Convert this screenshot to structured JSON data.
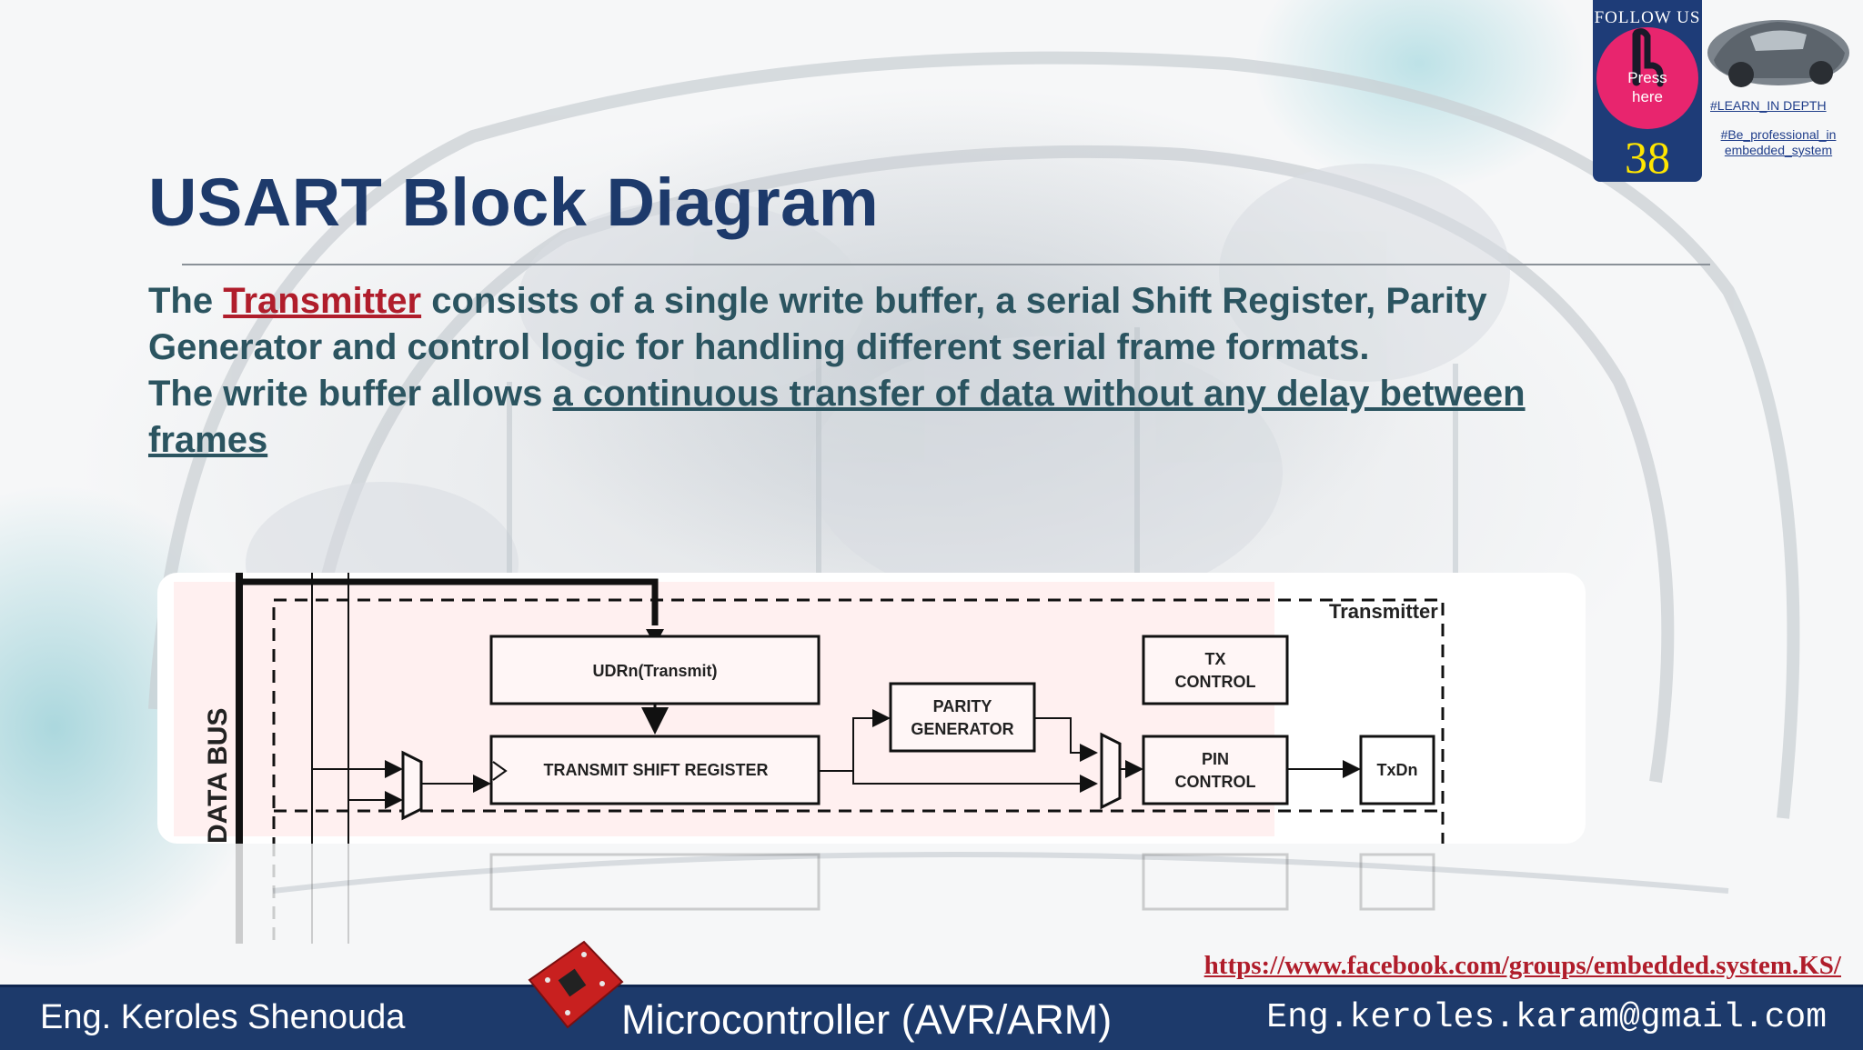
{
  "slide": {
    "title": "USART Block Diagram",
    "number": "38"
  },
  "body": {
    "p1_lead": "The ",
    "p1_keyword": "Transmitter",
    "p1_rest": " consists of a single write buffer, a serial Shift Register, Parity Generator and control logic for handling different serial frame formats.",
    "p2_lead": "The write buffer allows ",
    "p2_underlined": "a continuous transfer of data without any delay between frames"
  },
  "diagram": {
    "section_label": "Transmitter",
    "data_bus_label": "DATA BUS",
    "blocks": {
      "udr": "UDRn(Transmit)",
      "shift_register": "TRANSMIT SHIFT REGISTER",
      "parity_line1": "PARITY",
      "parity_line2": "GENERATOR",
      "tx_line1": "TX",
      "tx_line2": "CONTROL",
      "pin_line1": "PIN",
      "pin_line2": "CONTROL",
      "txdn": "TxDn"
    }
  },
  "badge": {
    "follow_label": "FOLLOW US",
    "press_line1": "Press",
    "press_line2": "here",
    "tag1": "#LEARN_IN DEPTH",
    "tag2_line1": "#Be_professional_in",
    "tag2_line2": "embedded_system"
  },
  "links": {
    "facebook": "https://www.facebook.com/groups/embedded.system.KS/"
  },
  "footer": {
    "author": "Eng. Keroles Shenouda",
    "course": "Microcontroller (AVR/ARM)",
    "email": "Eng.keroles.karam@gmail.com"
  },
  "colors": {
    "title": "#1d3a6b",
    "body_text": "#2b5460",
    "keyword": "#b01d2b",
    "footer_bg": "#1d3a6b",
    "badge_bg": "#1e3c78",
    "badge_circle": "#e8256e",
    "slide_number": "#ffe600"
  },
  "icons": [
    "hand-pointer-icon",
    "car-thumbnail",
    "dev-board-image"
  ]
}
